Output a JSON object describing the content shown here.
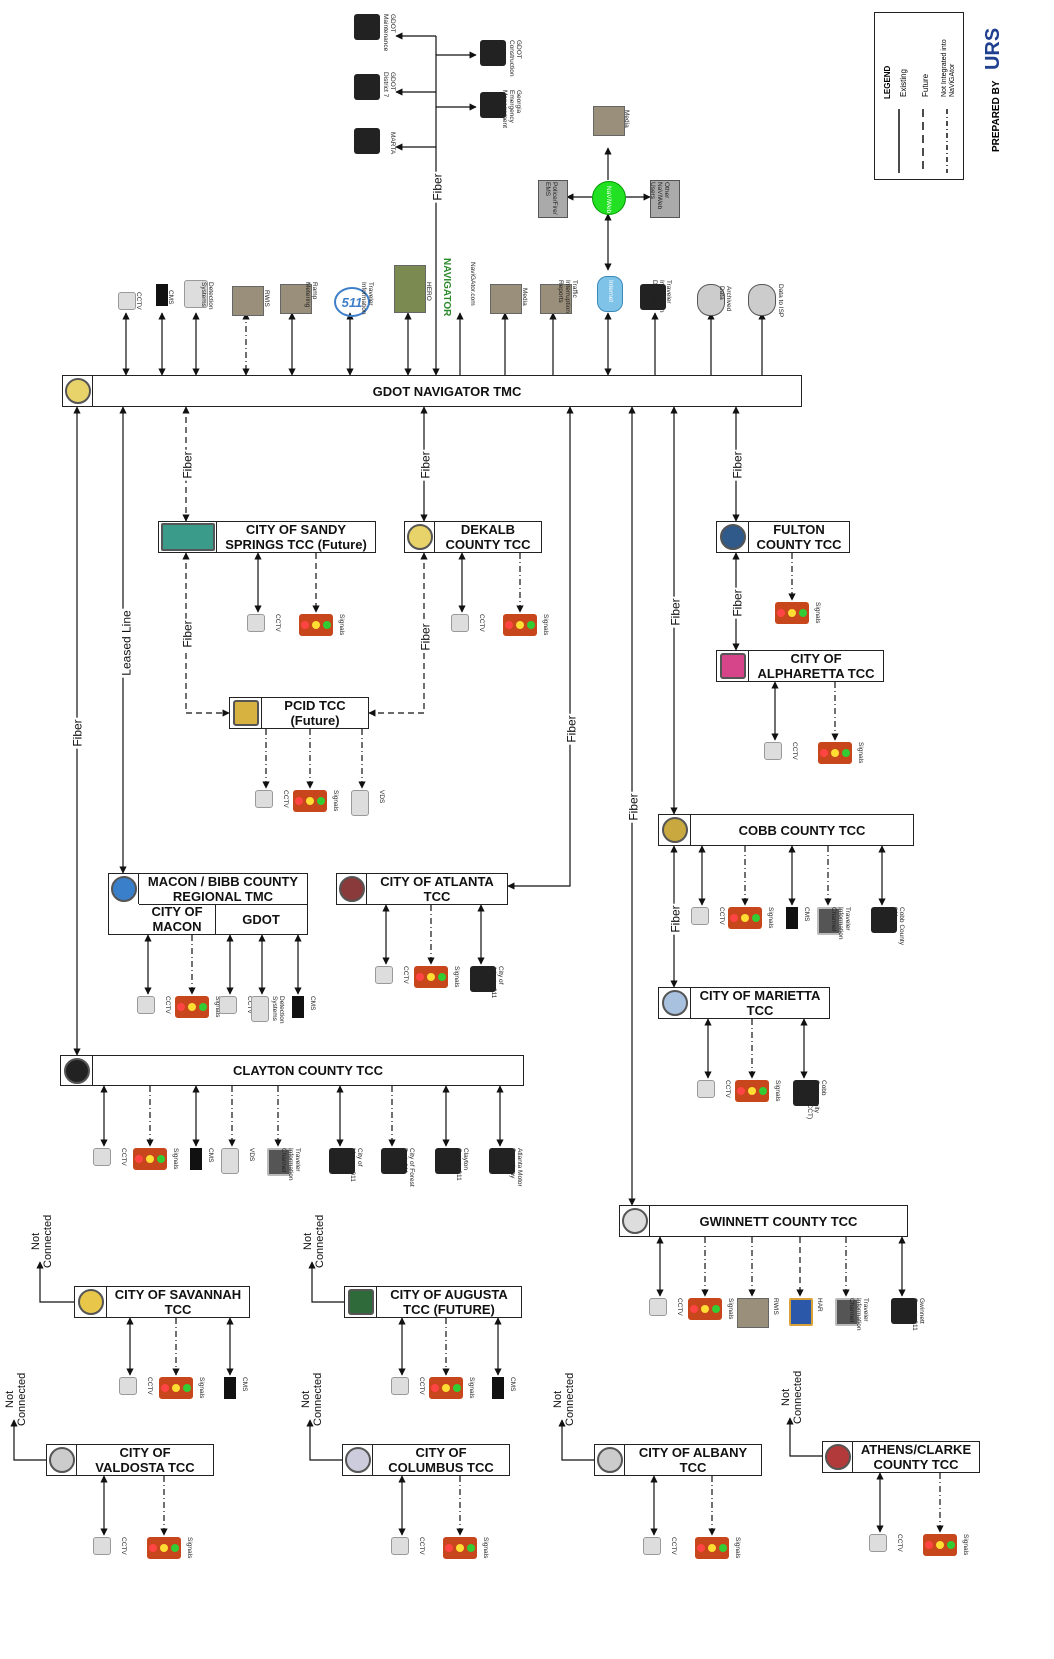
{
  "legend": {
    "heading": "LEGEND",
    "items": [
      "Existing",
      "Future",
      "Not Integrated into NaViGAtor"
    ]
  },
  "prepared_by": {
    "label": "PREPARED BY",
    "brand": "URS"
  },
  "links": {
    "fiber": "Fiber",
    "leased": "Leased Line"
  },
  "not_connected": "Not\nConnected",
  "devices": {
    "cctv": "CCTV",
    "signals": "Signals",
    "cms": "CMS",
    "vds": "VDS",
    "rwis": "RWIS",
    "har": "HAR",
    "detection": "Detection\nSystems",
    "traveler_channel": "Traveler\nInformation\nChannel"
  },
  "top_agencies": [
    "GDOT\nMaintenance",
    "GDOT\nDistrict 7",
    "MARTA",
    "GDOT\nConstruction",
    "Georgia\nEmergency\nManagement"
  ],
  "navweb": {
    "media": "Media",
    "police": "Police/Fire/\nEMS",
    "other": "Other\nNaViWeb\nUsers",
    "hub": "NaViWeb",
    "internet": "Internet"
  },
  "tmc_inputs": [
    "CCTV",
    "CMS",
    "Detection\nSystems",
    "RWIS",
    "Ramp\nMetering",
    "Traveler\nInformation",
    "HERO",
    "NaviGAtor.com",
    "Media",
    "Traffic\nInterruption\nReports",
    "",
    "Traveler\nInformation\nDisplays",
    "Archived\nData",
    "Data to ISP"
  ],
  "logo_511": "511",
  "navigator_logo": "NAVIGATOR",
  "nodes": {
    "tmc": "GDOT NAVIGATOR TMC",
    "sandy": "CITY OF SANDY\nSPRINGS TCC (Future)",
    "dekalb": "DEKALB\nCOUNTY TCC",
    "fulton": "FULTON\nCOUNTY TCC",
    "alpharetta": "CITY OF\nALPHARETTA TCC",
    "pcid": "PCID TCC\n(Future)",
    "macon": "MACON / BIBB COUNTY\nREGIONAL TMC",
    "macon_city": "CITY OF\nMACON",
    "macon_gdot": "GDOT",
    "atlanta": "CITY OF ATLANTA\nTCC",
    "cobb": "COBB COUNTY TCC",
    "marietta": "CITY OF MARIETTA\nTCC",
    "clayton": "CLAYTON COUNTY TCC",
    "gwinnett": "GWINNETT COUNTY TCC",
    "savannah": "CITY OF SAVANNAH\nTCC",
    "augusta": "CITY OF AUGUSTA\nTCC (FUTURE)",
    "valdosta": "CITY OF\nVALDOSTA TCC",
    "columbus": "CITY OF\nCOLUMBUS TCC",
    "albany": "CITY OF ALBANY\nTCC",
    "athens": "ATHENS/CLARKE\nCOUNTY TCC"
  },
  "extra_labels": {
    "atlanta911": "City of\nAtlanta 911",
    "cobb911": "Cobb County\n911",
    "cct": "Cobb\nCommunity\nTransit (CCT)",
    "morrow911": "City of\nMorrow 911",
    "forestpark911": "City of Forest\nPark 911",
    "clayton911": "Clayton\nCounty 911",
    "speedway": "Atlanta Motor\nSpeedway",
    "gwinnett911": "Gwinnett\nCounty 911"
  }
}
